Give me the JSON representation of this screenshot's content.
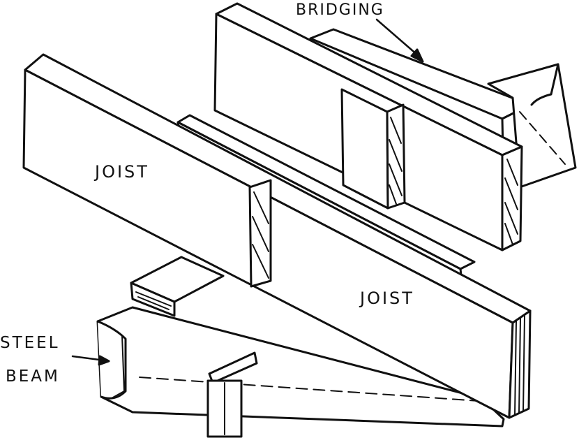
{
  "labels": {
    "bridging": "BRIDGING",
    "joist_left": "JOIST",
    "joist_right": "JOIST",
    "steel_line1": "STEEL",
    "steel_line2": "BEAM"
  },
  "colors": {
    "ink": "#111111",
    "paper": "#ffffff"
  }
}
